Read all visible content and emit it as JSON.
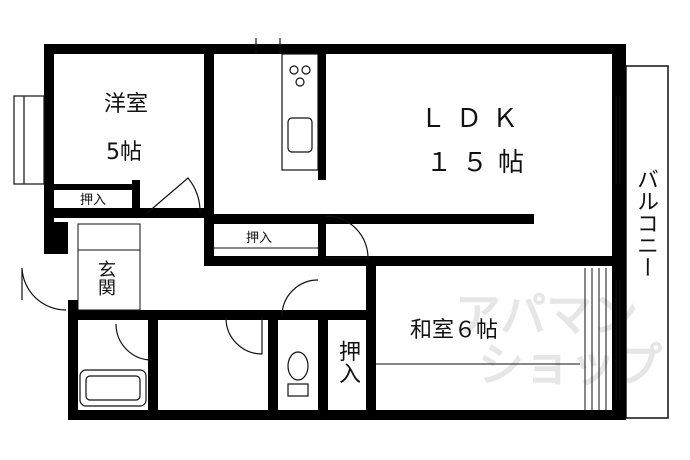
{
  "rooms": {
    "western": {
      "name": "洋室",
      "size": "5帖"
    },
    "ldk": {
      "name": "ＬＤＫ",
      "size": "１５帖"
    },
    "japanese": {
      "name": "和室６帖"
    }
  },
  "closets": {
    "western": "押入",
    "center": "押入",
    "japanese": "押入"
  },
  "entrance": "玄関",
  "balcony": "バルコニー",
  "watermark": {
    "line1": "アパマン",
    "line2": "ショップ"
  },
  "colors": {
    "wall": "#000000",
    "line": "#111111",
    "watermark": "#e6e6e6"
  }
}
